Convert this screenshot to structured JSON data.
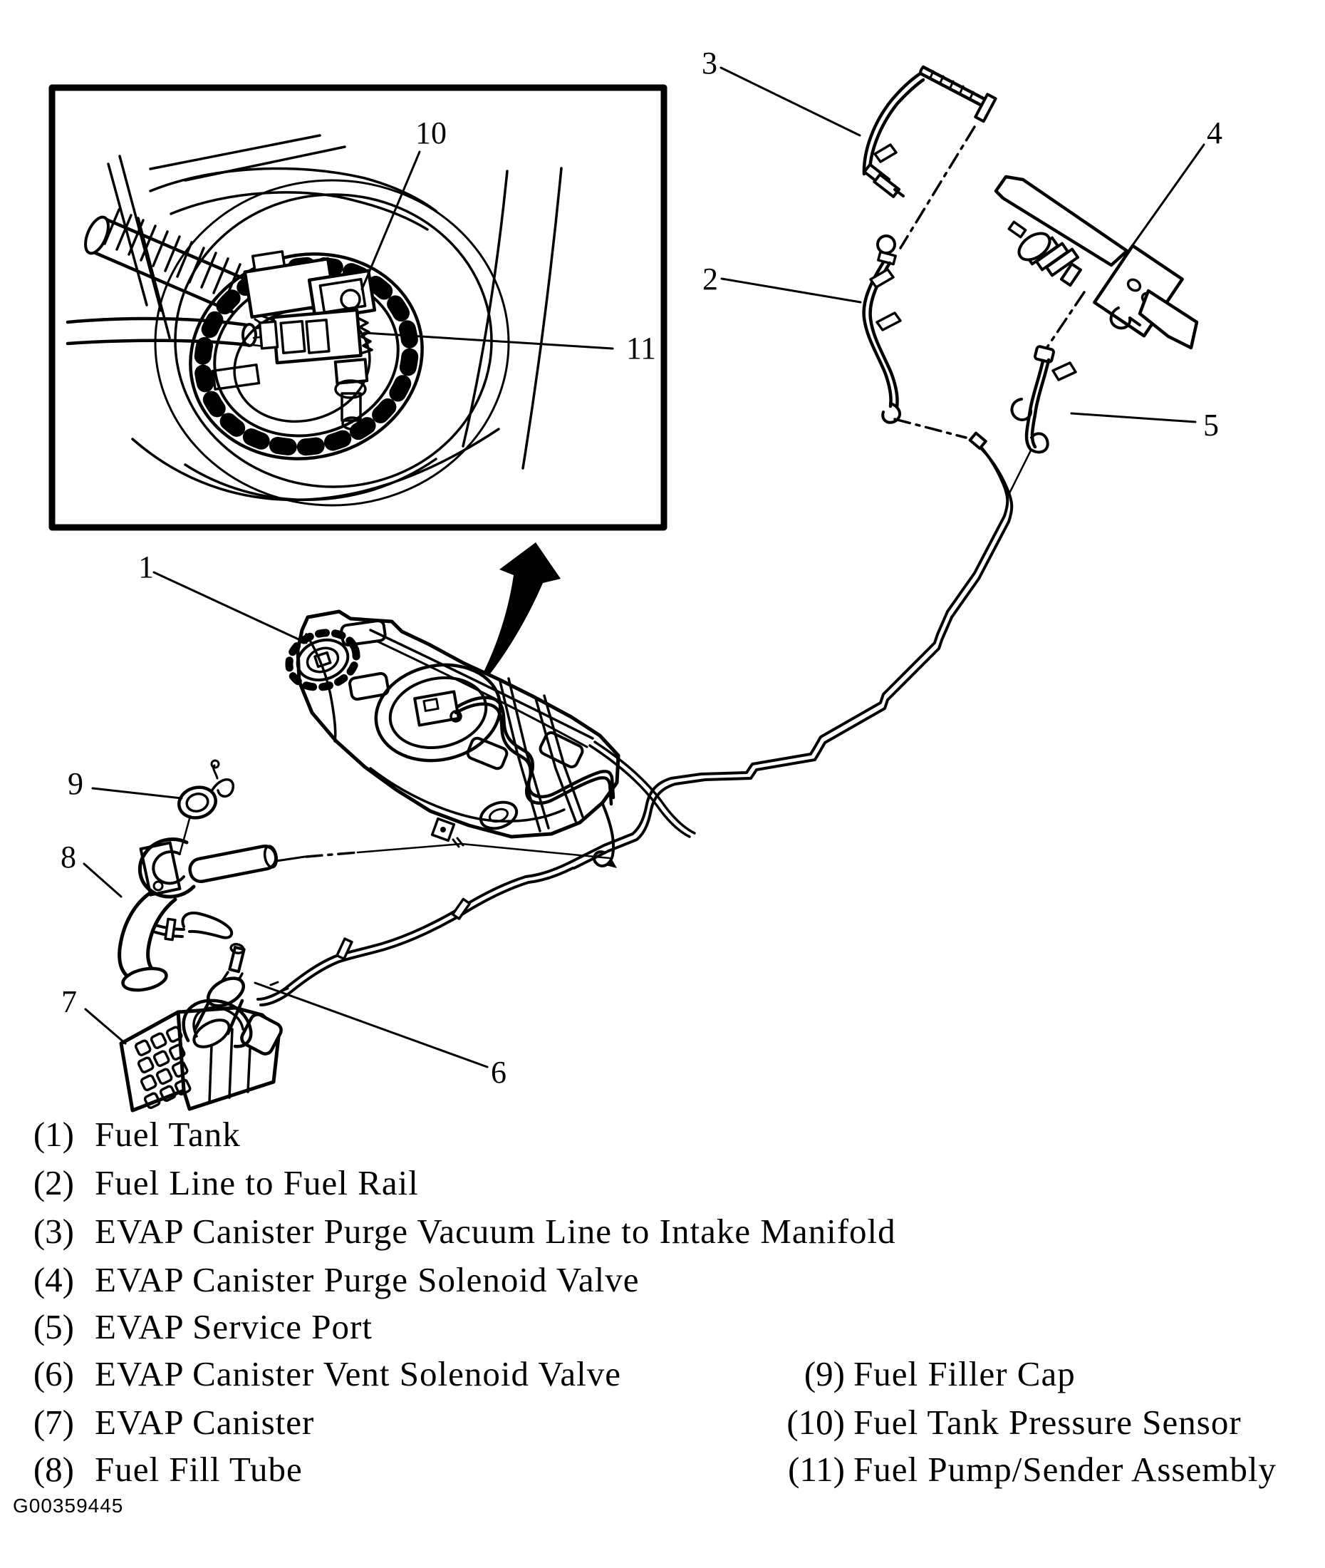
{
  "figure_id": "G00359445",
  "colors": {
    "ink": "#000000",
    "paper": "#ffffff"
  },
  "callouts": {
    "c1": "1",
    "c2": "2",
    "c3": "3",
    "c4": "4",
    "c5": "5",
    "c6": "6",
    "c7": "7",
    "c8": "8",
    "c9": "9",
    "c10": "10",
    "c11": "11"
  },
  "legend": {
    "left": [
      {
        "num": "(1)",
        "label": "Fuel Tank"
      },
      {
        "num": "(2)",
        "label": "Fuel Line to Fuel Rail"
      },
      {
        "num": "(3)",
        "label": "EVAP Canister Purge Vacuum Line to Intake Manifold"
      },
      {
        "num": "(4)",
        "label": "EVAP Canister Purge Solenoid Valve"
      },
      {
        "num": "(5)",
        "label": "EVAP Service Port"
      },
      {
        "num": "(6)",
        "label": "EVAP Canister Vent Solenoid Valve"
      },
      {
        "num": "(7)",
        "label": "EVAP Canister"
      },
      {
        "num": "(8)",
        "label": "Fuel Fill Tube"
      }
    ],
    "right": [
      {
        "num": "(9)",
        "label": "Fuel Filler Cap"
      },
      {
        "num": "(10)",
        "label": "Fuel Tank Pressure Sensor"
      },
      {
        "num": "(11)",
        "label": "Fuel Pump/Sender Assembly"
      }
    ]
  }
}
